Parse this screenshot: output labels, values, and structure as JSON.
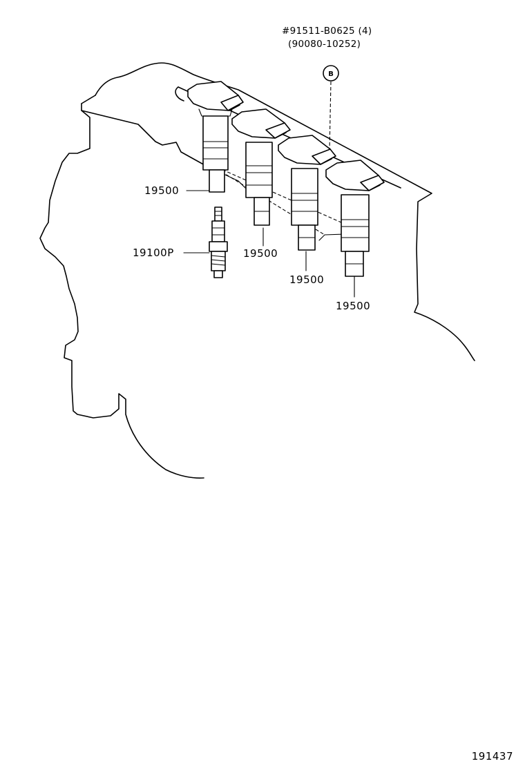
{
  "callouts": {
    "bolt_part": "#91511-B0625 (4)",
    "bolt_alt": "(90080-10252)",
    "ref_marker": "B",
    "coil_1": "19500",
    "coil_2": "19500",
    "coil_3": "19500",
    "coil_4": "19500",
    "spark_plug": "19100P"
  },
  "figure_number": "191437"
}
